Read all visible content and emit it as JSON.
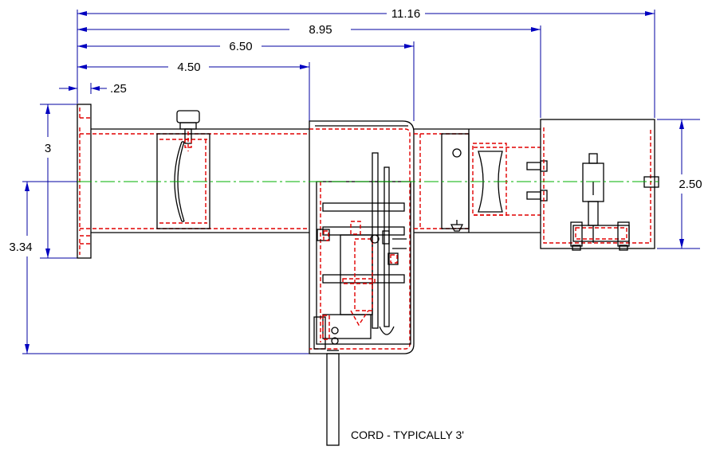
{
  "dimensions": {
    "overall_length": "11.16",
    "length_2": "8.95",
    "length_3": "6.50",
    "length_4": "4.50",
    "flange_thickness": ".25",
    "flange_height": "3",
    "handle_depth": "3.34",
    "box_height": "2.50"
  },
  "notes": {
    "cord": "CORD - TYPICALLY 3'"
  },
  "colors": {
    "dimension_lines": "#0000a0",
    "hidden_lines": "#e00000",
    "centerline": "#00b000",
    "outline": "#000000"
  }
}
